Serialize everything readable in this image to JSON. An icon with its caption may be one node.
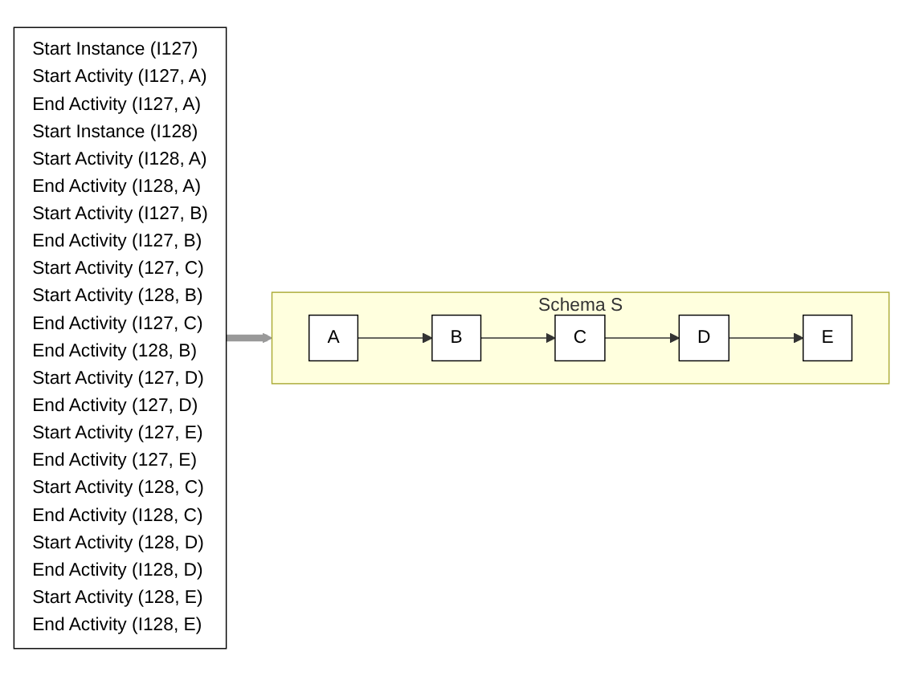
{
  "diagram": {
    "nodes": [
      {
        "text": [
          "Start Instance (I127)",
          "Start Activity (I127, A)",
          "End Activity (I127, A)",
          "Start Instance (I128)",
          "Start Activity (I128, A)",
          "End Activity (I128, A)",
          "Start Activity (I127, B)",
          "End Activity (I127, B)",
          "Start Activity (127, C)",
          "Start Activity (128, B)",
          "End Activity (I127, C)",
          "End Activity (128, B)",
          "Start Activity (127, D)",
          "End Activity (127, D)",
          "Start Activity (127, E)",
          "End Activity (127, E)",
          "Start Activity (128, C)",
          "End Activity (I128, C)",
          "Start Activity (128, D)",
          "End Activity (I128, D)",
          "Start Activity (128, E)",
          "End Activity (I128, E)"
        ]
      },
      {
        "text": [
          "Schema  S"
        ]
      },
      {
        "text": [
          "A"
        ],
        "in": 1
      },
      {
        "text": [
          "B"
        ],
        "in": 1
      },
      {
        "text": [
          "C"
        ],
        "in": 1
      },
      {
        "text": [
          "D"
        ],
        "in": 1
      },
      {
        "text": [
          "E"
        ],
        "in": 1
      }
    ],
    "edges": [
      {
        "from": 0,
        "to": 1,
        "arrow": "to",
        "style": "thick",
        "color": "#999999"
      },
      {
        "from": 2,
        "to": 3,
        "arrow": "to"
      },
      {
        "from": 3,
        "to": 4,
        "arrow": "to"
      },
      {
        "from": 4,
        "to": 5,
        "arrow": "to"
      },
      {
        "from": 5,
        "to": 6,
        "arrow": "to"
      }
    ]
  }
}
